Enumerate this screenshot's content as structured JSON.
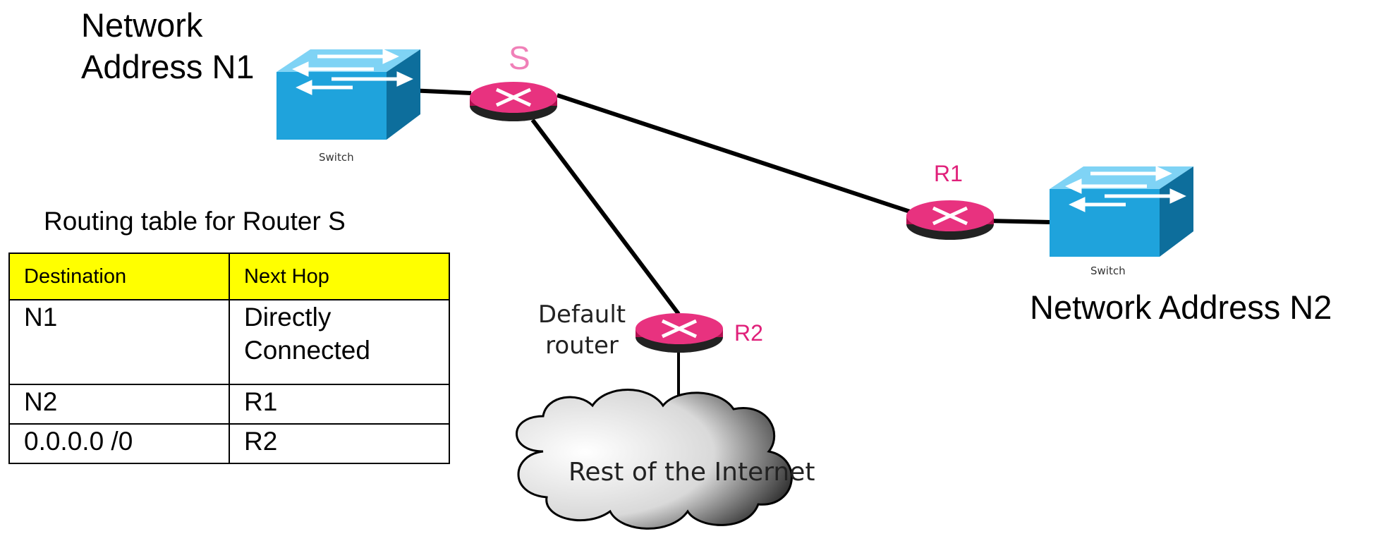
{
  "network_n1": {
    "label": "Network Address N1"
  },
  "network_n2": {
    "label": "Network Address N2"
  },
  "switches": {
    "caption_left": "Switch",
    "caption_right": "Switch"
  },
  "routers": {
    "s": {
      "label": "S"
    },
    "r1": {
      "label": "R1"
    },
    "r2": {
      "label": "R2",
      "role": "Default router"
    }
  },
  "cloud": {
    "label": "Rest of the Internet"
  },
  "routing_table": {
    "caption": "Routing table for Router S",
    "headers": [
      "Destination",
      "Next Hop"
    ],
    "rows": [
      [
        "N1",
        "Directly Connected"
      ],
      [
        "N2",
        "R1"
      ],
      [
        "0.0.0.0 /0",
        "R2"
      ]
    ]
  },
  "colors": {
    "router": "#e8327f",
    "router_dark": "#b0104f",
    "switch": "#1fa3dc",
    "switch_dark": "#0d6e9c",
    "table_header": "#ffff00",
    "router_tag": "#e0207a"
  }
}
